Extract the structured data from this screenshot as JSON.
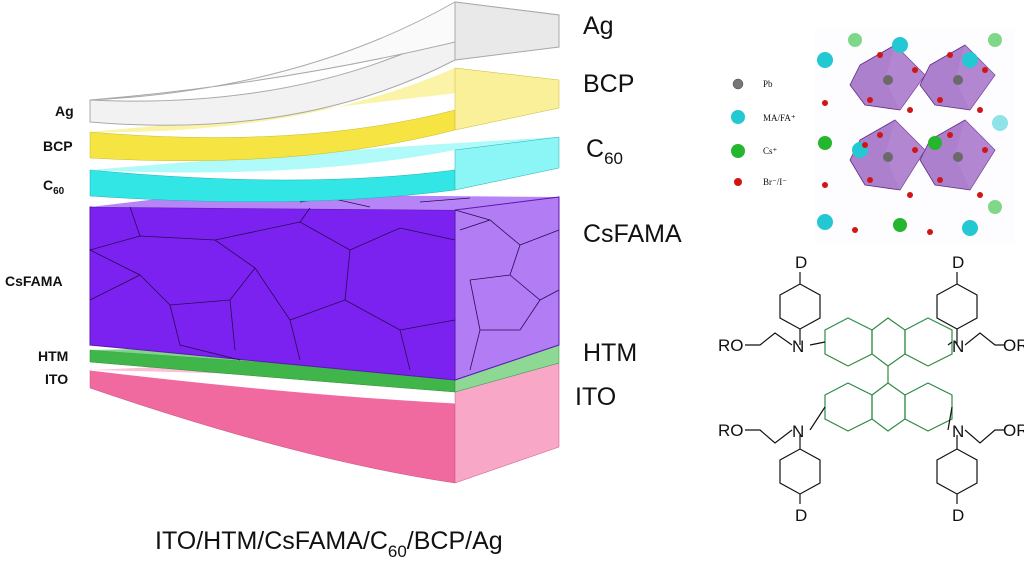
{
  "layers_left": {
    "ag": "Ag",
    "bcp": "BCP",
    "c60_base": "C",
    "c60_sub": "60",
    "csfama": "CsFAMA",
    "htm": "HTM",
    "ito": "ITO"
  },
  "layers_right": {
    "ag": "Ag",
    "bcp": "BCP",
    "c60_base": "C",
    "c60_sub": "60",
    "csfama": "CsFAMA",
    "htm": "HTM",
    "ito": "ITO"
  },
  "caption": {
    "part1": "ITO/HTM/CsFAMA/C",
    "sub": "60",
    "part2": "/BCP/Ag"
  },
  "legend": {
    "pb": "Pb",
    "ma_fa": "MA/FA⁺",
    "cs": "Cs⁺",
    "br_i": "Br⁻/I⁻"
  },
  "molecule": {
    "d_top_left": "D",
    "d_top_right": "D",
    "d_bottom_left": "D",
    "d_bottom_right": "D",
    "ro_top": "RO",
    "ro_bottom": "RO",
    "or_top": "OR",
    "or_bottom": "OR",
    "n1": "N",
    "n2": "N",
    "n3": "N",
    "n4": "N"
  },
  "colors": {
    "ag": "#e8e8e8",
    "bcp": "#f7ec6c",
    "c60": "#5ff0f0",
    "csfama": "#8b3cf0",
    "htm": "#4fc24f",
    "ito": "#f06aa0",
    "octahedra": "#8a4bb8",
    "fluorene": "#2f8a44"
  }
}
